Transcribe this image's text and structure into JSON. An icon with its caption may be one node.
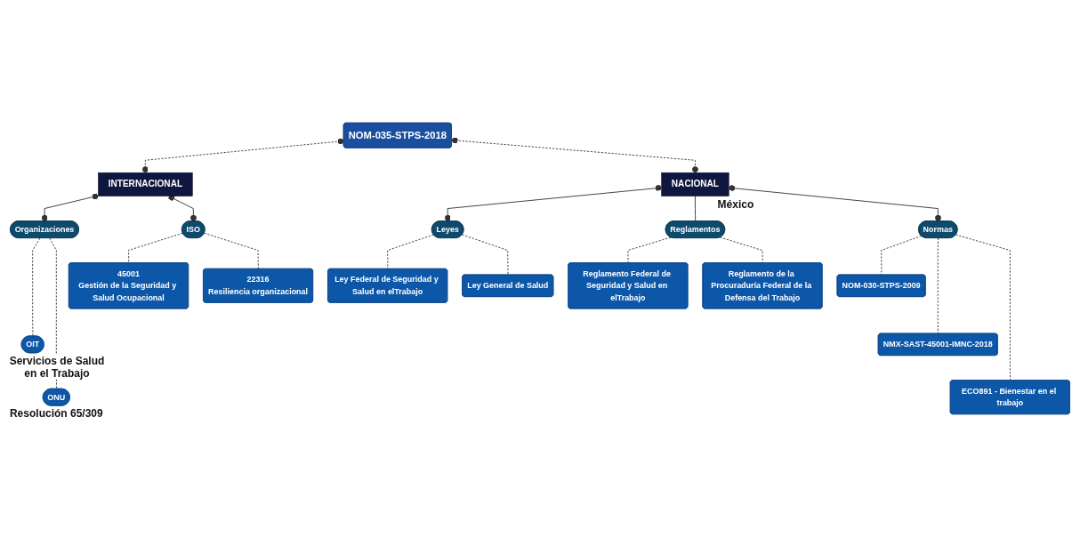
{
  "diagram": {
    "nodes": [
      {
        "text": [
          "NOM-035-STPS-2018"
        ]
      },
      {
        "text": [
          "INTERNACIONAL"
        ]
      },
      {
        "text": [
          "NACIONAL"
        ],
        "beside": [
          "México"
        ]
      },
      {
        "text": [
          "Organizaciones"
        ]
      },
      {
        "text": [
          "ISO"
        ]
      },
      {
        "text": [
          "Leyes"
        ]
      },
      {
        "text": [
          "Reglamentos"
        ]
      },
      {
        "text": [
          "Normas"
        ]
      },
      {
        "text": [
          "OIT"
        ],
        "beside": [
          "Servicios de Salud en el Trabajo"
        ]
      },
      {
        "text": [
          "ONU"
        ],
        "beside": [
          "Resolución 65/309"
        ]
      },
      {
        "text": [
          "45001",
          "Gestión de la Seguridad y Salud Ocupacional"
        ]
      },
      {
        "text": [
          "22316",
          "Resiliencia organizacional"
        ]
      },
      {
        "text": [
          "Ley Federal de Seguridad y Salud en elTrabajo"
        ]
      },
      {
        "text": [
          "Ley General de Salud"
        ]
      },
      {
        "text": [
          "Reglamento Federal de Seguridad y Salud en elTrabajo"
        ]
      },
      {
        "text": [
          "Reglamento de la Procuraduría Federal de la Defensa del Trabajo"
        ]
      },
      {
        "text": [
          "NOM-030-STPS-2009"
        ]
      },
      {
        "text": [
          "NMX-SAST-45001-IMNC-2018"
        ]
      },
      {
        "text": [
          "ECO891 - Bienestar en el trabajo"
        ]
      }
    ],
    "edges": [
      {
        "from": 0,
        "to": 1,
        "arrow": "other",
        "style": "dashed"
      },
      {
        "from": 0,
        "to": 2,
        "arrow": "other",
        "style": "dashed"
      },
      {
        "from": 1,
        "to": 3,
        "arrow": "other"
      },
      {
        "from": 1,
        "to": 4,
        "arrow": "other"
      },
      {
        "from": 2,
        "to": 5,
        "arrow": "other"
      },
      {
        "from": 2,
        "to": 6,
        "arrow": "none"
      },
      {
        "from": 2,
        "to": 7,
        "arrow": "other"
      },
      {
        "from": 3,
        "to": 8,
        "arrow": "none",
        "style": "dashed"
      },
      {
        "from": 3,
        "to": 9,
        "arrow": "none",
        "style": "dashed"
      },
      {
        "from": 4,
        "to": 10,
        "arrow": "none",
        "style": "dashed"
      },
      {
        "from": 4,
        "to": 11,
        "arrow": "none",
        "style": "dashed"
      },
      {
        "from": 5,
        "to": 12,
        "arrow": "none",
        "style": "dashed"
      },
      {
        "from": 5,
        "to": 13,
        "arrow": "none",
        "style": "dashed"
      },
      {
        "from": 6,
        "to": 14,
        "arrow": "none",
        "style": "dashed"
      },
      {
        "from": 6,
        "to": 15,
        "arrow": "none",
        "style": "dashed"
      },
      {
        "from": 7,
        "to": 16,
        "arrow": "none",
        "style": "dashed"
      },
      {
        "from": 7,
        "to": 17,
        "arrow": "none",
        "style": "dashed"
      },
      {
        "from": 7,
        "to": 18,
        "arrow": "none",
        "style": "dashed"
      }
    ]
  }
}
